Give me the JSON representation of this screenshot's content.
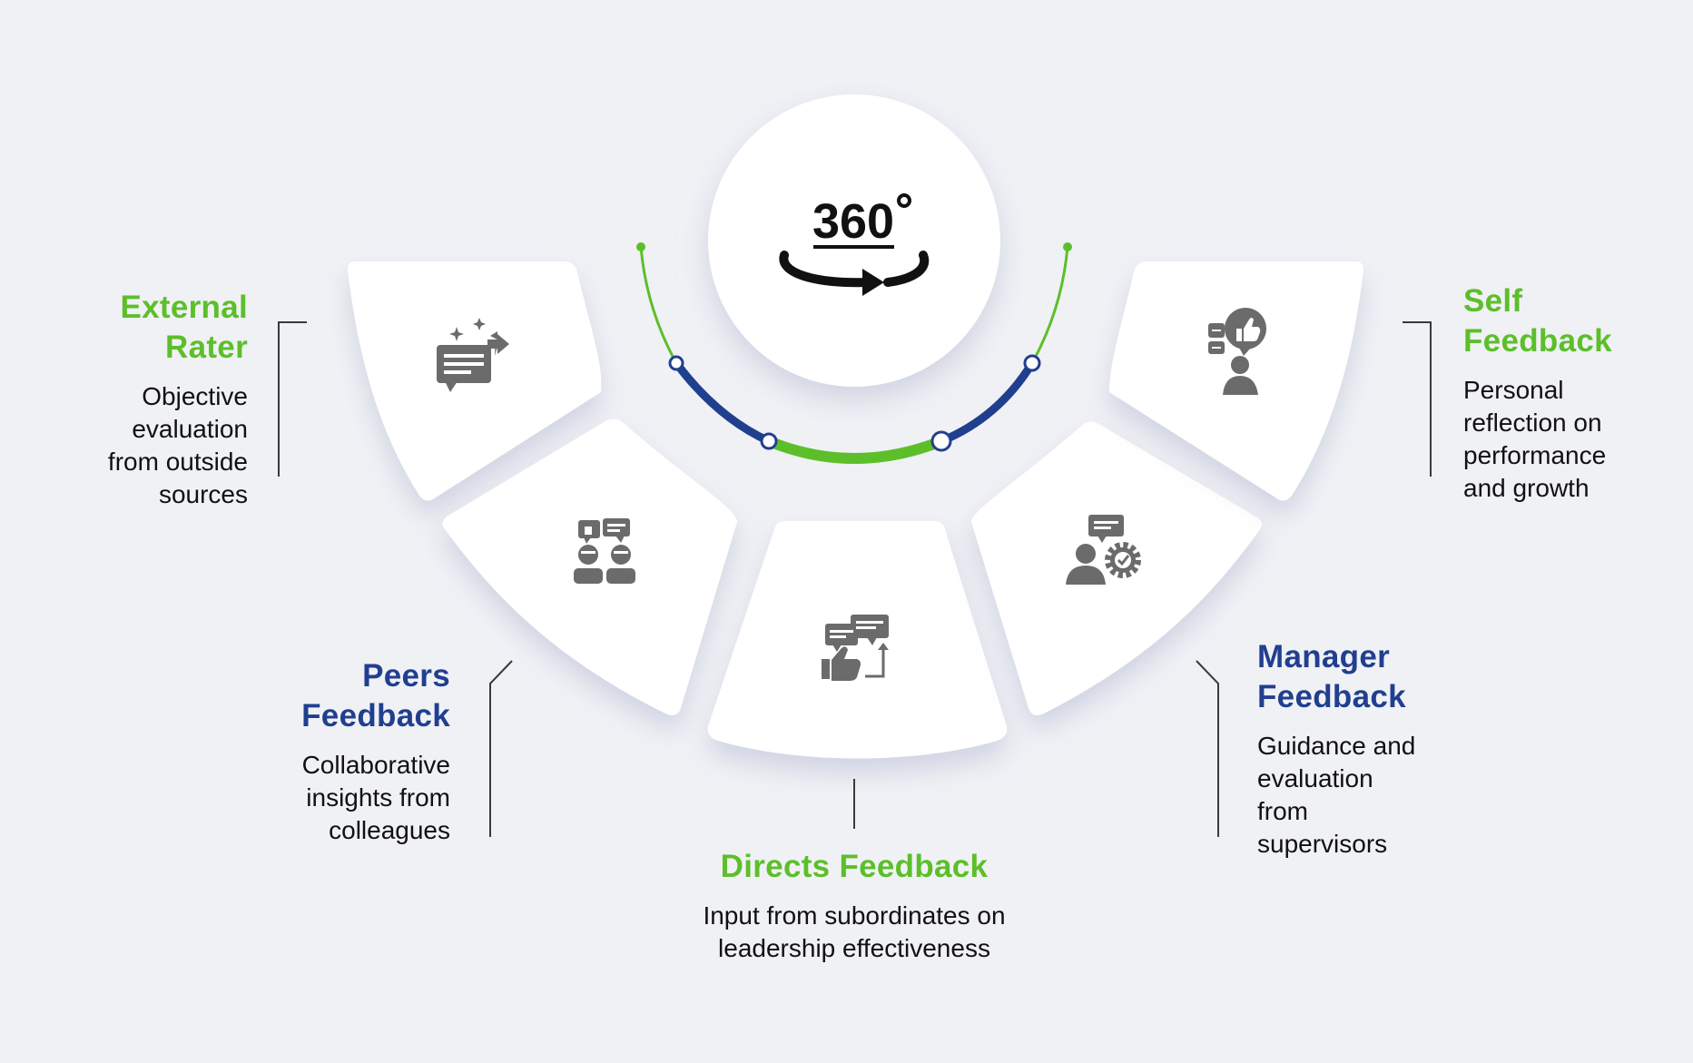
{
  "center": {
    "text": "360",
    "degree": "°",
    "icon": "rotate-360-icon"
  },
  "colors": {
    "background": "#f0f1f5",
    "green": "#5cbf2a",
    "blue": "#213f8f",
    "icon": "#6b6b6b",
    "line": "#3a3a3a",
    "text": "#111111",
    "card": "#ffffff"
  },
  "items": [
    {
      "title": "External Rater",
      "title_lines": [
        "External",
        "Rater"
      ],
      "description_lines": [
        "Objective",
        "evaluation",
        "from outside",
        "sources"
      ],
      "accent": "green",
      "icon": "chat-share-icon"
    },
    {
      "title": "Peers Feedback",
      "title_lines": [
        "Peers",
        "Feedback"
      ],
      "description_lines": [
        "Collaborative",
        "insights from",
        "colleagues"
      ],
      "accent": "blue",
      "icon": "peers-chat-icon"
    },
    {
      "title": "Directs Feedback",
      "title_lines": [
        "Directs Feedback"
      ],
      "description_lines": [
        "Input from subordinates on",
        "leadership effectiveness"
      ],
      "accent": "green",
      "icon": "thumbs-up-feedback-icon"
    },
    {
      "title": "Manager Feedback",
      "title_lines": [
        "Manager",
        "Feedback"
      ],
      "description_lines": [
        "Guidance and",
        "evaluation",
        "from",
        "supervisors"
      ],
      "accent": "blue",
      "icon": "manager-gear-icon"
    },
    {
      "title": "Self Feedback",
      "title_lines": [
        "Self",
        "Feedback"
      ],
      "description_lines": [
        "Personal",
        "reflection on",
        "performance",
        "and growth"
      ],
      "accent": "green",
      "icon": "self-thumbs-up-icon"
    }
  ]
}
